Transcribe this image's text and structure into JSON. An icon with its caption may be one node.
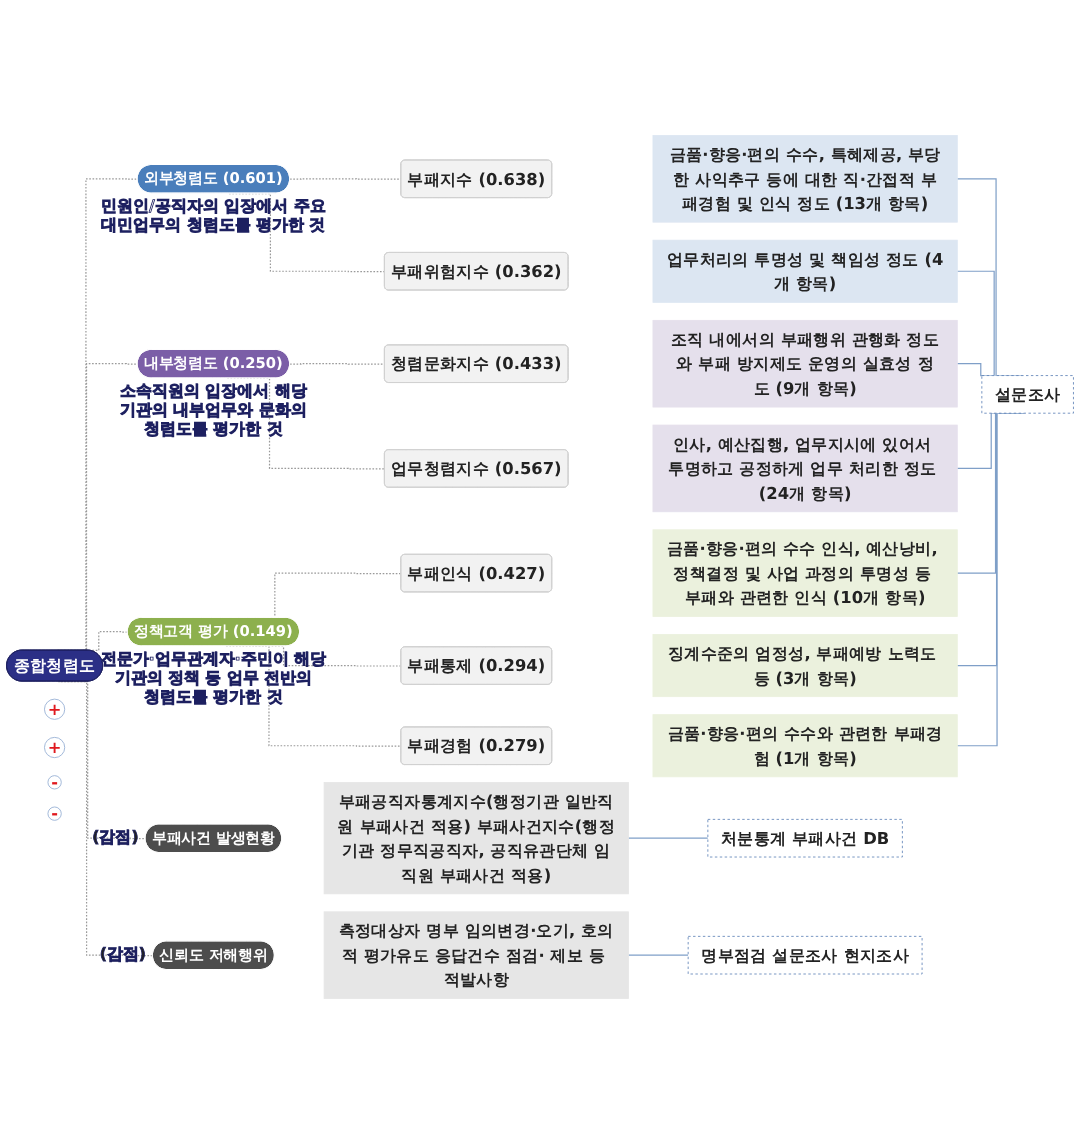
{
  "diagram": {
    "nodes": [
      {
        "text": [
          "종합청렴도"
        ]
      },
      {
        "text": [
          "외부청렴도 (0.601)"
        ],
        "beside": [
          "민원인/공직자의 입장에서 주요 대민업무의 청렴도를 평가한 것"
        ]
      },
      {
        "text": [
          "+"
        ]
      },
      {
        "text": [
          "내부청렴도 (0.250)"
        ],
        "beside": [
          "소속직원의 입장에서 해당 기관의 내부업무와 문화의 청렴도를 평가한 것"
        ]
      },
      {
        "text": [
          "+"
        ]
      },
      {
        "text": [
          "정책고객 평가 (0.149)"
        ],
        "beside": [
          "전문가·업무관계자·주민이 해당 기관의 정책 등 업무 전반의 청렴도를 평가한 것"
        ]
      },
      {
        "text": [
          "-"
        ]
      },
      {
        "text": [
          "부패사건 발생현황"
        ],
        "beside": [
          "(감점)"
        ]
      },
      {
        "text": [
          "-"
        ]
      },
      {
        "text": [
          "신뢰도 저해행위"
        ],
        "beside": [
          "(감점)"
        ]
      },
      {
        "text": [
          "부패지수 (0.638)"
        ]
      },
      {
        "text": [
          "금품·향응·편의 수수, 특혜제공, 부당한 사익추구 등에 대한 직·간접적 부패경험 및 인식 정도 (13개 항목)"
        ]
      },
      {
        "text": [
          "부패위험지수 (0.362)"
        ]
      },
      {
        "text": [
          "업무처리의 투명성 및 책임성 정도 (4개 항목)"
        ]
      },
      {
        "text": [
          "청렴문화지수 (0.433)"
        ]
      },
      {
        "text": [
          "조직 내에서의 부패행위 관행화 정도와 부패 방지제도 운영의 실효성 정도 (9개 항목)"
        ]
      },
      {
        "text": [
          "업무청렴지수 (0.567)"
        ]
      },
      {
        "text": [
          "인사, 예산집행, 업무지시에 있어서 투명하고 공정하게 업무 처리한 정도 (24개 항목)"
        ]
      },
      {
        "text": [
          "부패인식 (0.427)"
        ]
      },
      {
        "text": [
          "금품·향응·편의 수수 인식, 예산낭비, 정책결정 및 사업 과정의 투명성 등 부패와 관련한 인식 (10개 항목)"
        ]
      },
      {
        "text": [
          "부패통제 (0.294)"
        ]
      },
      {
        "text": [
          "징계수준의 엄정성, 부패예방 노력도 등 (3개 항목)"
        ]
      },
      {
        "text": [
          "부패경험 (0.279)"
        ]
      },
      {
        "text": [
          "금품·향응·편의 수수와 관련한 부패경험 (1개 항목)"
        ]
      },
      {
        "text": [
          "설문조사"
        ]
      },
      {
        "text": [
          "부패공직자통계지수(행정기관 일반직원 부패사건 적용) 부패사건지수(행정기관 정무직공직자, 공직유관단체 임직원 부패사건 적용)"
        ]
      },
      {
        "text": [
          "처분통계 부패사건 DB"
        ]
      },
      {
        "text": [
          "측정대상자 명부 임의변경·오기, 호의적 평가유도 응답건수 점검· 제보 등 적발사항"
        ]
      },
      {
        "text": [
          "명부점검 설문조사 현지조사"
        ]
      }
    ],
    "edges": [
      {
        "from": 0,
        "to": 1,
        "arrow": "none",
        "style": "dashed",
        "color": "#999999"
      },
      {
        "from": 0,
        "to": 3,
        "arrow": "none",
        "style": "dashed",
        "color": "#999999"
      },
      {
        "from": 0,
        "to": 5,
        "arrow": "none",
        "style": "dashed",
        "color": "#999999"
      },
      {
        "from": 0,
        "to": 7,
        "arrow": "none",
        "style": "dashed",
        "color": "#999999"
      },
      {
        "from": 0,
        "to": 9,
        "arrow": "none",
        "style": "dashed",
        "color": "#999999"
      },
      {
        "from": 1,
        "to": 10,
        "arrow": "none",
        "style": "dashed",
        "color": "#999999"
      },
      {
        "from": 1,
        "to": 12,
        "arrow": "none",
        "style": "dashed",
        "color": "#999999"
      },
      {
        "from": 3,
        "to": 14,
        "arrow": "none",
        "style": "dashed",
        "color": "#999999"
      },
      {
        "from": 3,
        "to": 16,
        "arrow": "none",
        "style": "dashed",
        "color": "#999999"
      },
      {
        "from": 5,
        "to": 18,
        "arrow": "none",
        "style": "dashed",
        "color": "#999999"
      },
      {
        "from": 5,
        "to": 20,
        "arrow": "none",
        "style": "dashed",
        "color": "#999999"
      },
      {
        "from": 5,
        "to": 22,
        "arrow": "none",
        "style": "dashed",
        "color": "#999999"
      },
      {
        "from": 11,
        "to": 24,
        "arrow": "none"
      },
      {
        "from": 13,
        "to": 24,
        "arrow": "none"
      },
      {
        "from": 15,
        "to": 24,
        "arrow": "none"
      },
      {
        "from": 17,
        "to": 24,
        "arrow": "none"
      },
      {
        "from": 19,
        "to": 24,
        "arrow": "none"
      },
      {
        "from": 21,
        "to": 24,
        "arrow": "none"
      },
      {
        "from": 23,
        "to": 24,
        "arrow": "none"
      },
      {
        "from": 25,
        "to": 26,
        "arrow": "none"
      },
      {
        "from": 27,
        "to": 28,
        "arrow": "none"
      }
    ]
  }
}
